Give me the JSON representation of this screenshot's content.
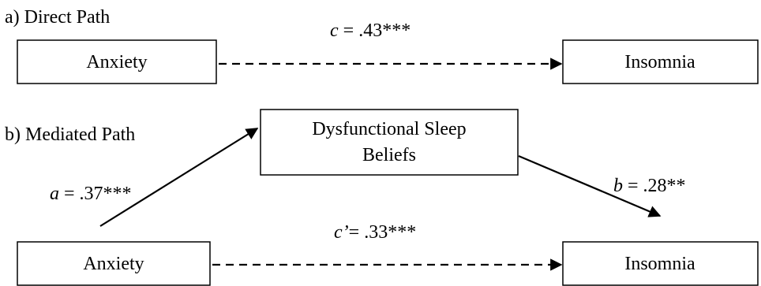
{
  "panel_a": {
    "heading": "a) Direct Path",
    "predictor": "Anxiety",
    "outcome": "Insomnia",
    "path_c": {
      "symbol": "c",
      "value": " = .43***"
    }
  },
  "panel_b": {
    "heading": "b) Mediated Path",
    "mediator": {
      "line1": "Dysfunctional Sleep",
      "line2": "Beliefs"
    },
    "predictor": "Anxiety",
    "outcome": "Insomnia",
    "path_a": {
      "symbol": "a",
      "value": " = .37***"
    },
    "path_b": {
      "symbol": "b",
      "value": " = .28**"
    },
    "path_c_prime": {
      "symbol": "c’",
      "value": "= .33***"
    }
  }
}
